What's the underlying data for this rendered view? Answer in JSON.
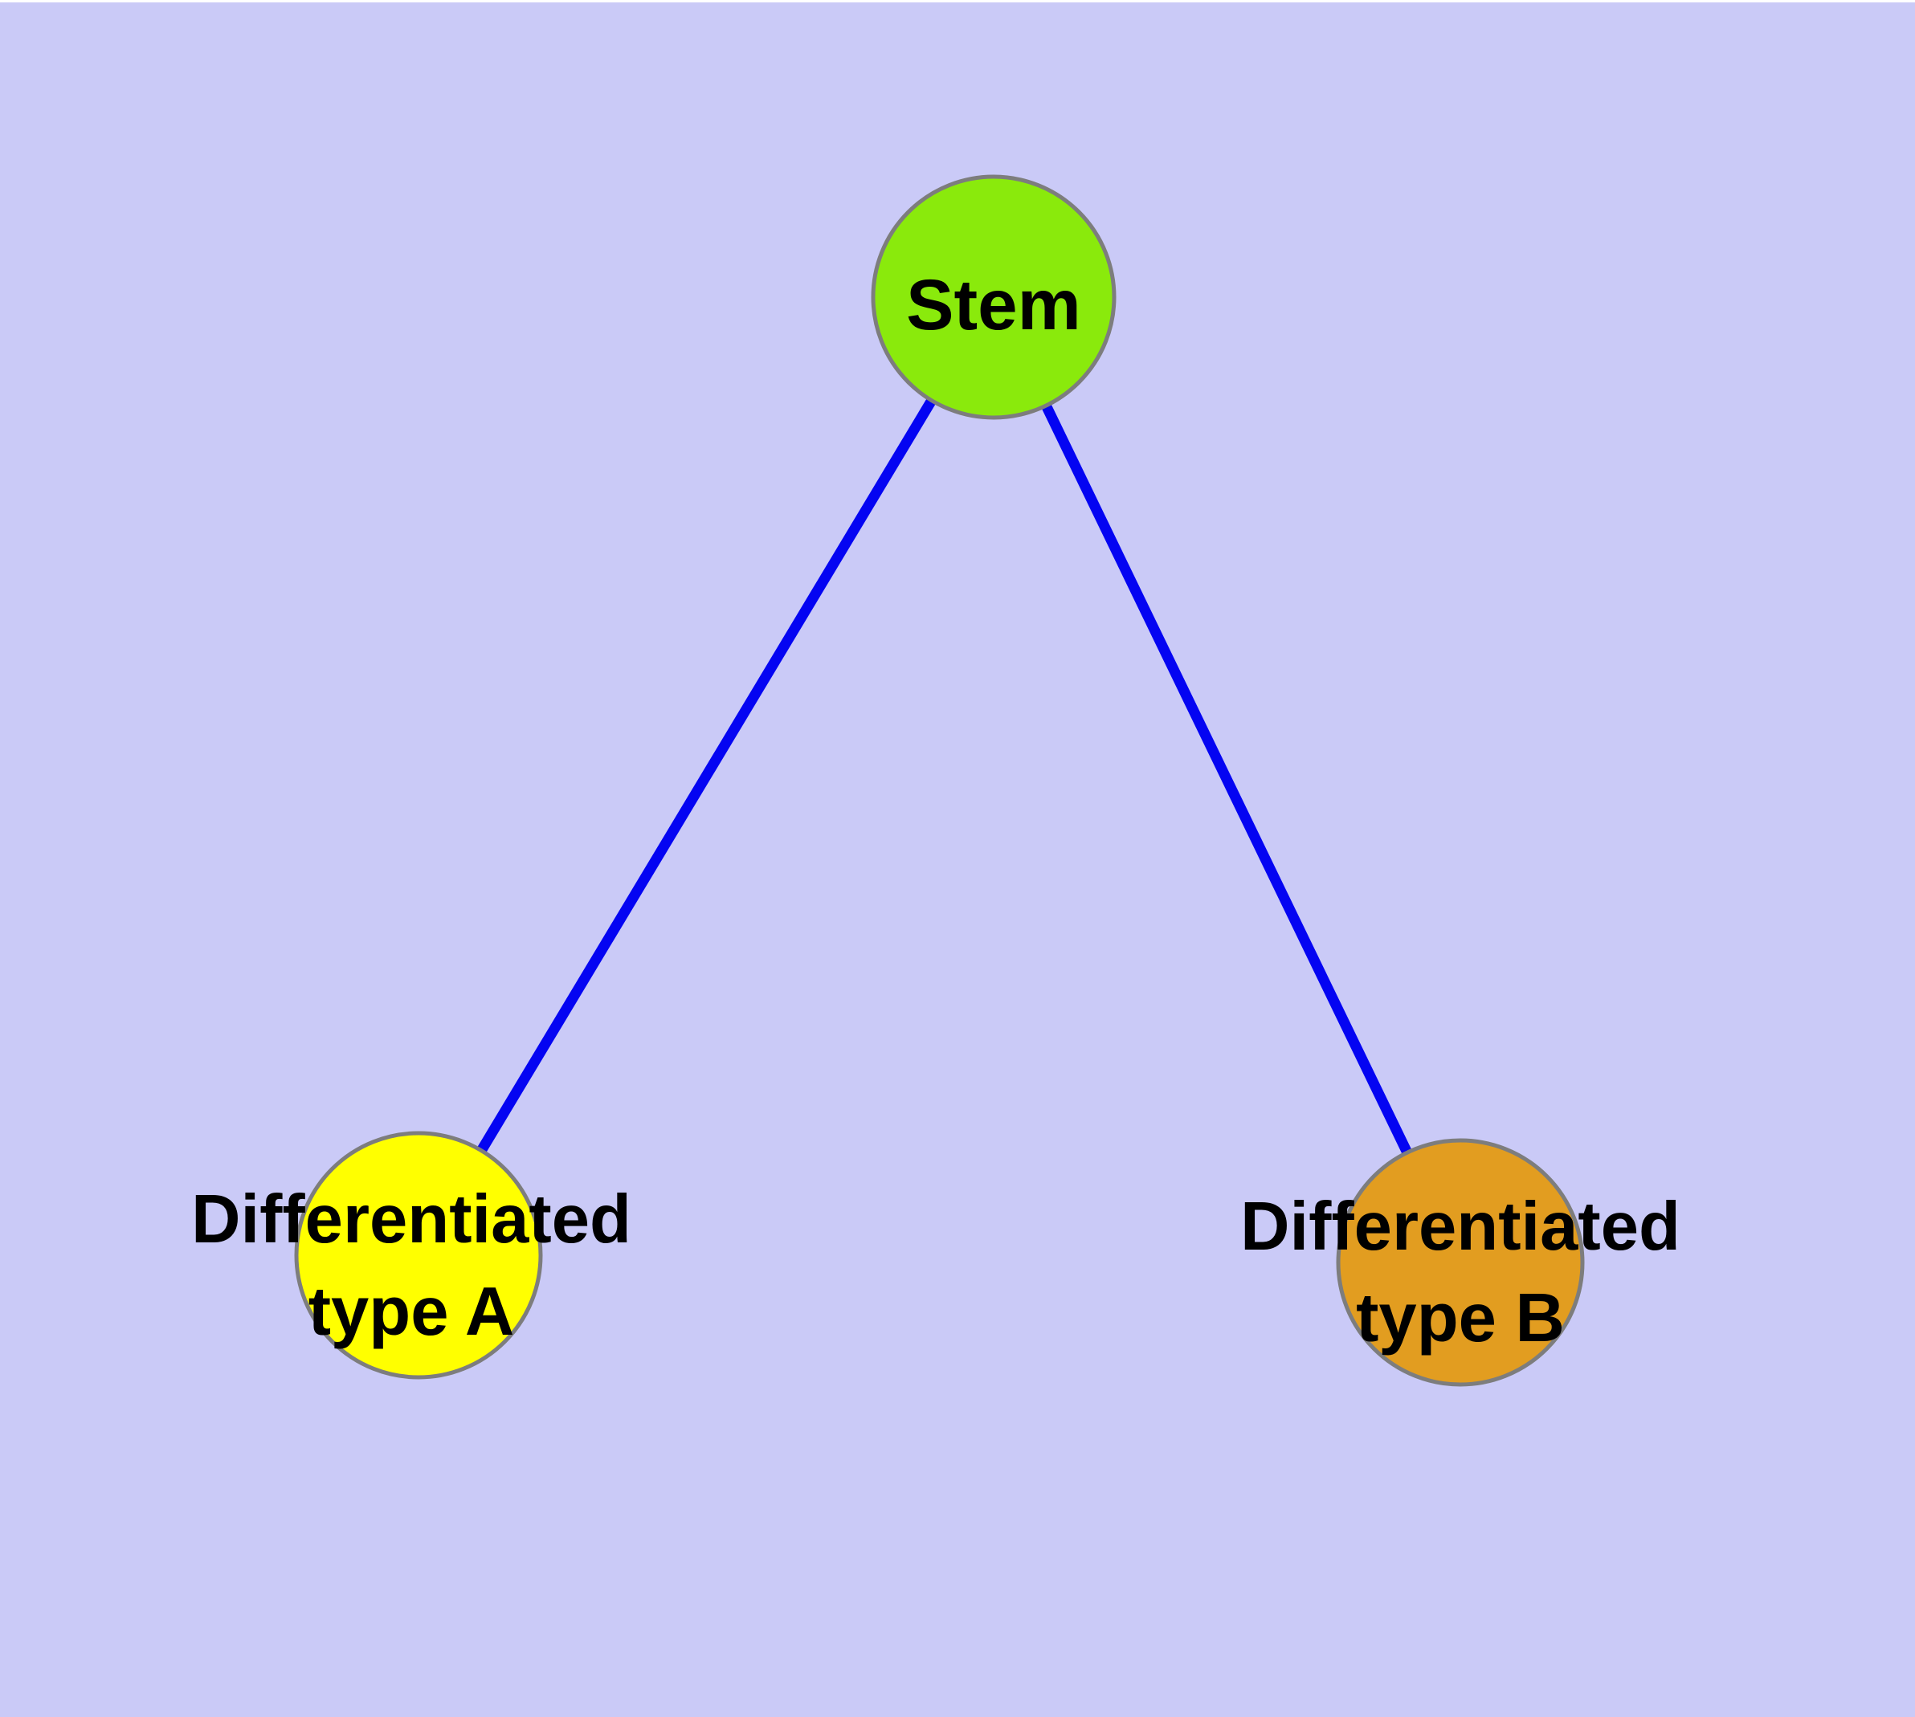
{
  "diagram": {
    "background_color": "#cacaf7",
    "top_margin_color": "#ffffff",
    "edge_color": "#0404f2",
    "node_border_color": "#7d7d7d",
    "label_color": "#000000",
    "nodes": [
      {
        "id": "stem",
        "label": "Stem",
        "fill": "#8aea0c"
      },
      {
        "id": "differentiated-type-a",
        "label_line1": "Differentiated",
        "label_line2": "type A",
        "fill": "#ffff00"
      },
      {
        "id": "differentiated-type-b",
        "label_line1": "Differentiated",
        "label_line2": "type B",
        "fill": "#e29d20"
      }
    ],
    "edges": [
      {
        "from": "Stem",
        "to": "Differentiated type A"
      },
      {
        "from": "Stem",
        "to": "Differentiated type B"
      }
    ]
  }
}
